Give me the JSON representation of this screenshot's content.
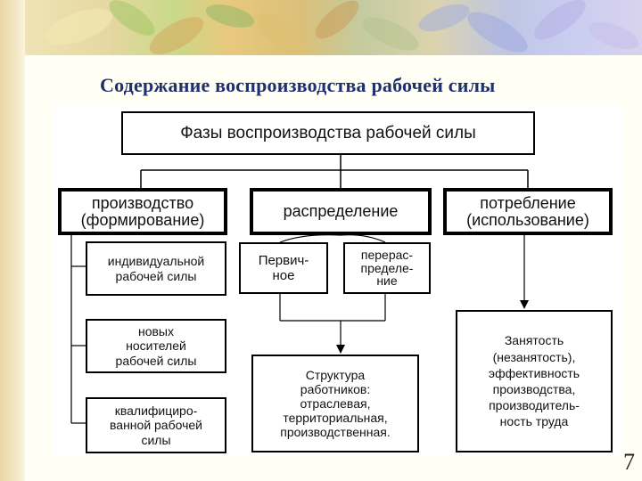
{
  "slide": {
    "title": "Содержание воспроизводства рабочей силы",
    "page_number": "7"
  },
  "diagram": {
    "root": {
      "label": "Фазы воспроизводства рабочей силы"
    },
    "phases": [
      {
        "label": "производство\n(формирование)"
      },
      {
        "label": "распределение"
      },
      {
        "label": "потребление\n(использование)"
      }
    ],
    "production_items": [
      {
        "label": "индивидуальной\nрабочей силы"
      },
      {
        "label": "новых\nносителей\nрабочей силы"
      },
      {
        "label": "квалифициро-\nванной рабочей\nсилы"
      }
    ],
    "distribution_items": [
      {
        "label": "Первич-\nное"
      },
      {
        "label": "перерас-\nпределе-\nние"
      }
    ],
    "structure": {
      "label": "Структура\nработников:\nотраслевая,\nтерриториальная,\nпроизводственная."
    },
    "employment": {
      "label": "Занятость\n(незанятость),\nэффективность\nпроизводства,\nпроизводитель-\nность труда"
    }
  }
}
